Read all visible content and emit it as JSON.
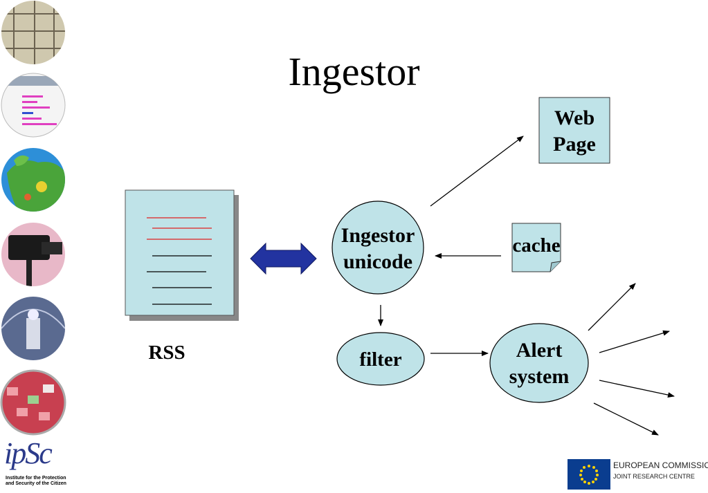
{
  "title": "Ingestor",
  "diagram": {
    "rss_label": "RSS",
    "web_page_label": [
      "Web",
      "Page"
    ],
    "ingestor_label": [
      "Ingestor",
      "unicode"
    ],
    "cache_label": "cache",
    "filter_label": "filter",
    "alert_label": [
      "Alert",
      "system"
    ]
  },
  "logos": {
    "ipsc_mark": "ipSc",
    "ipsc_text": [
      "Institute for the Protection",
      "and Security of the Citizen"
    ],
    "ec_name": "EUROPEAN COMMISSION",
    "ec_sub": "JOINT RESEARCH CENTRE"
  },
  "colors": {
    "node_fill": "#bfe3e8",
    "arrow_blue": "#2233a0",
    "rss_red_lines": "#e02020"
  }
}
